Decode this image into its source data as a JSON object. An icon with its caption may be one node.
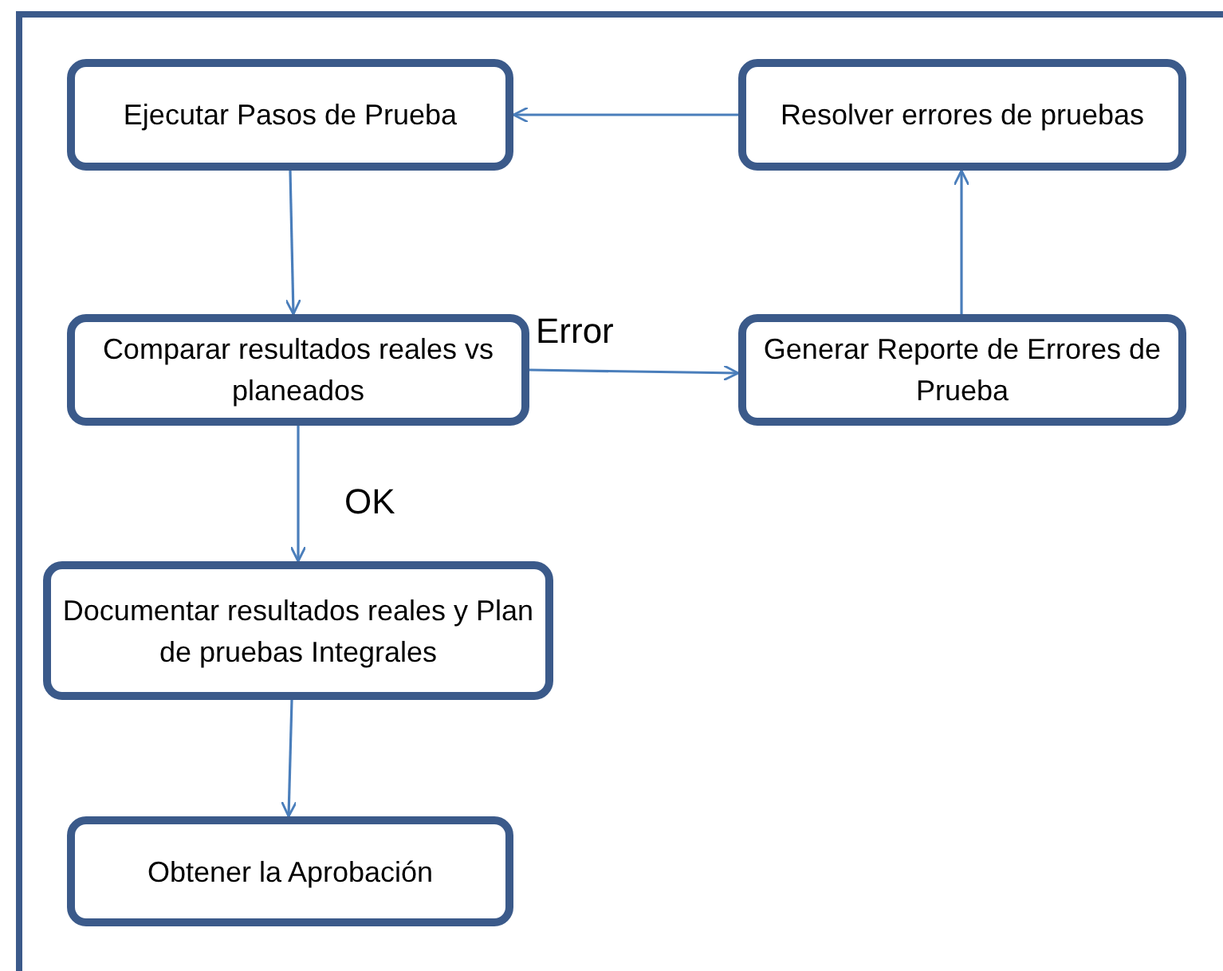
{
  "diagram": {
    "nodes": [
      {
        "text": [
          "Ejecutar Pasos de Prueba"
        ]
      },
      {
        "text": [
          "Resolver errores de pruebas"
        ]
      },
      {
        "text": [
          "Comparar resultados reales vs planeados"
        ]
      },
      {
        "text": [
          "Generar Reporte de Errores de Prueba"
        ]
      },
      {
        "text": [
          "Documentar resultados reales y Plan de pruebas Integrales"
        ]
      },
      {
        "text": [
          "Obtener la Aprobación"
        ]
      }
    ],
    "edges": [
      {
        "from": 0,
        "to": 2,
        "arrow": "to"
      },
      {
        "from": 2,
        "to": 3,
        "arrow": "to",
        "label": "Error"
      },
      {
        "from": 3,
        "to": 1,
        "arrow": "to"
      },
      {
        "from": 1,
        "to": 0,
        "arrow": "to"
      },
      {
        "from": 2,
        "to": 4,
        "arrow": "to",
        "label": "OK"
      },
      {
        "from": 4,
        "to": 5,
        "arrow": "to"
      }
    ]
  }
}
